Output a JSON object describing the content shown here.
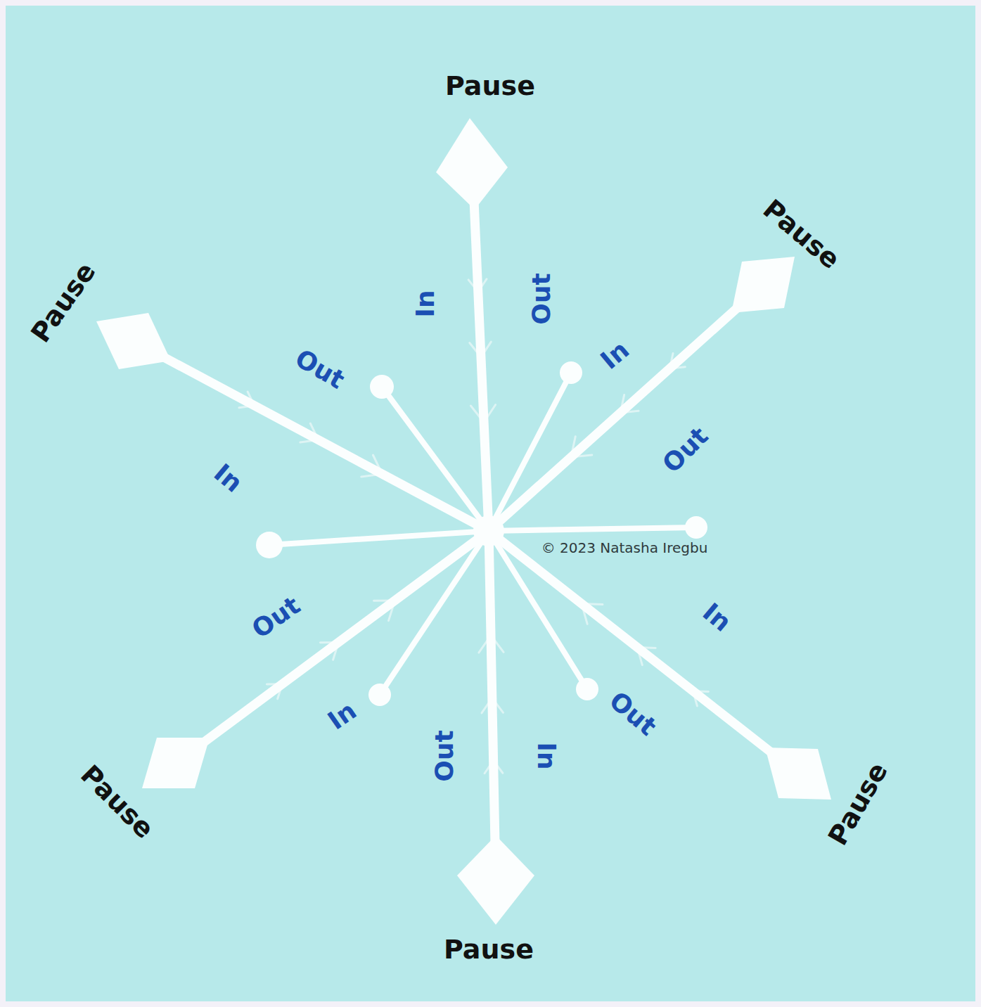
{
  "diagram": {
    "labels": [
      "Pause",
      "In",
      "Out",
      "Pause",
      "Pause",
      "Out",
      "In",
      "In",
      "Out",
      "© 2023 Natasha Iregbu",
      "Out",
      "In",
      "In",
      "Out",
      "Out",
      "In",
      "Pause",
      "Pause",
      "Pause"
    ]
  }
}
